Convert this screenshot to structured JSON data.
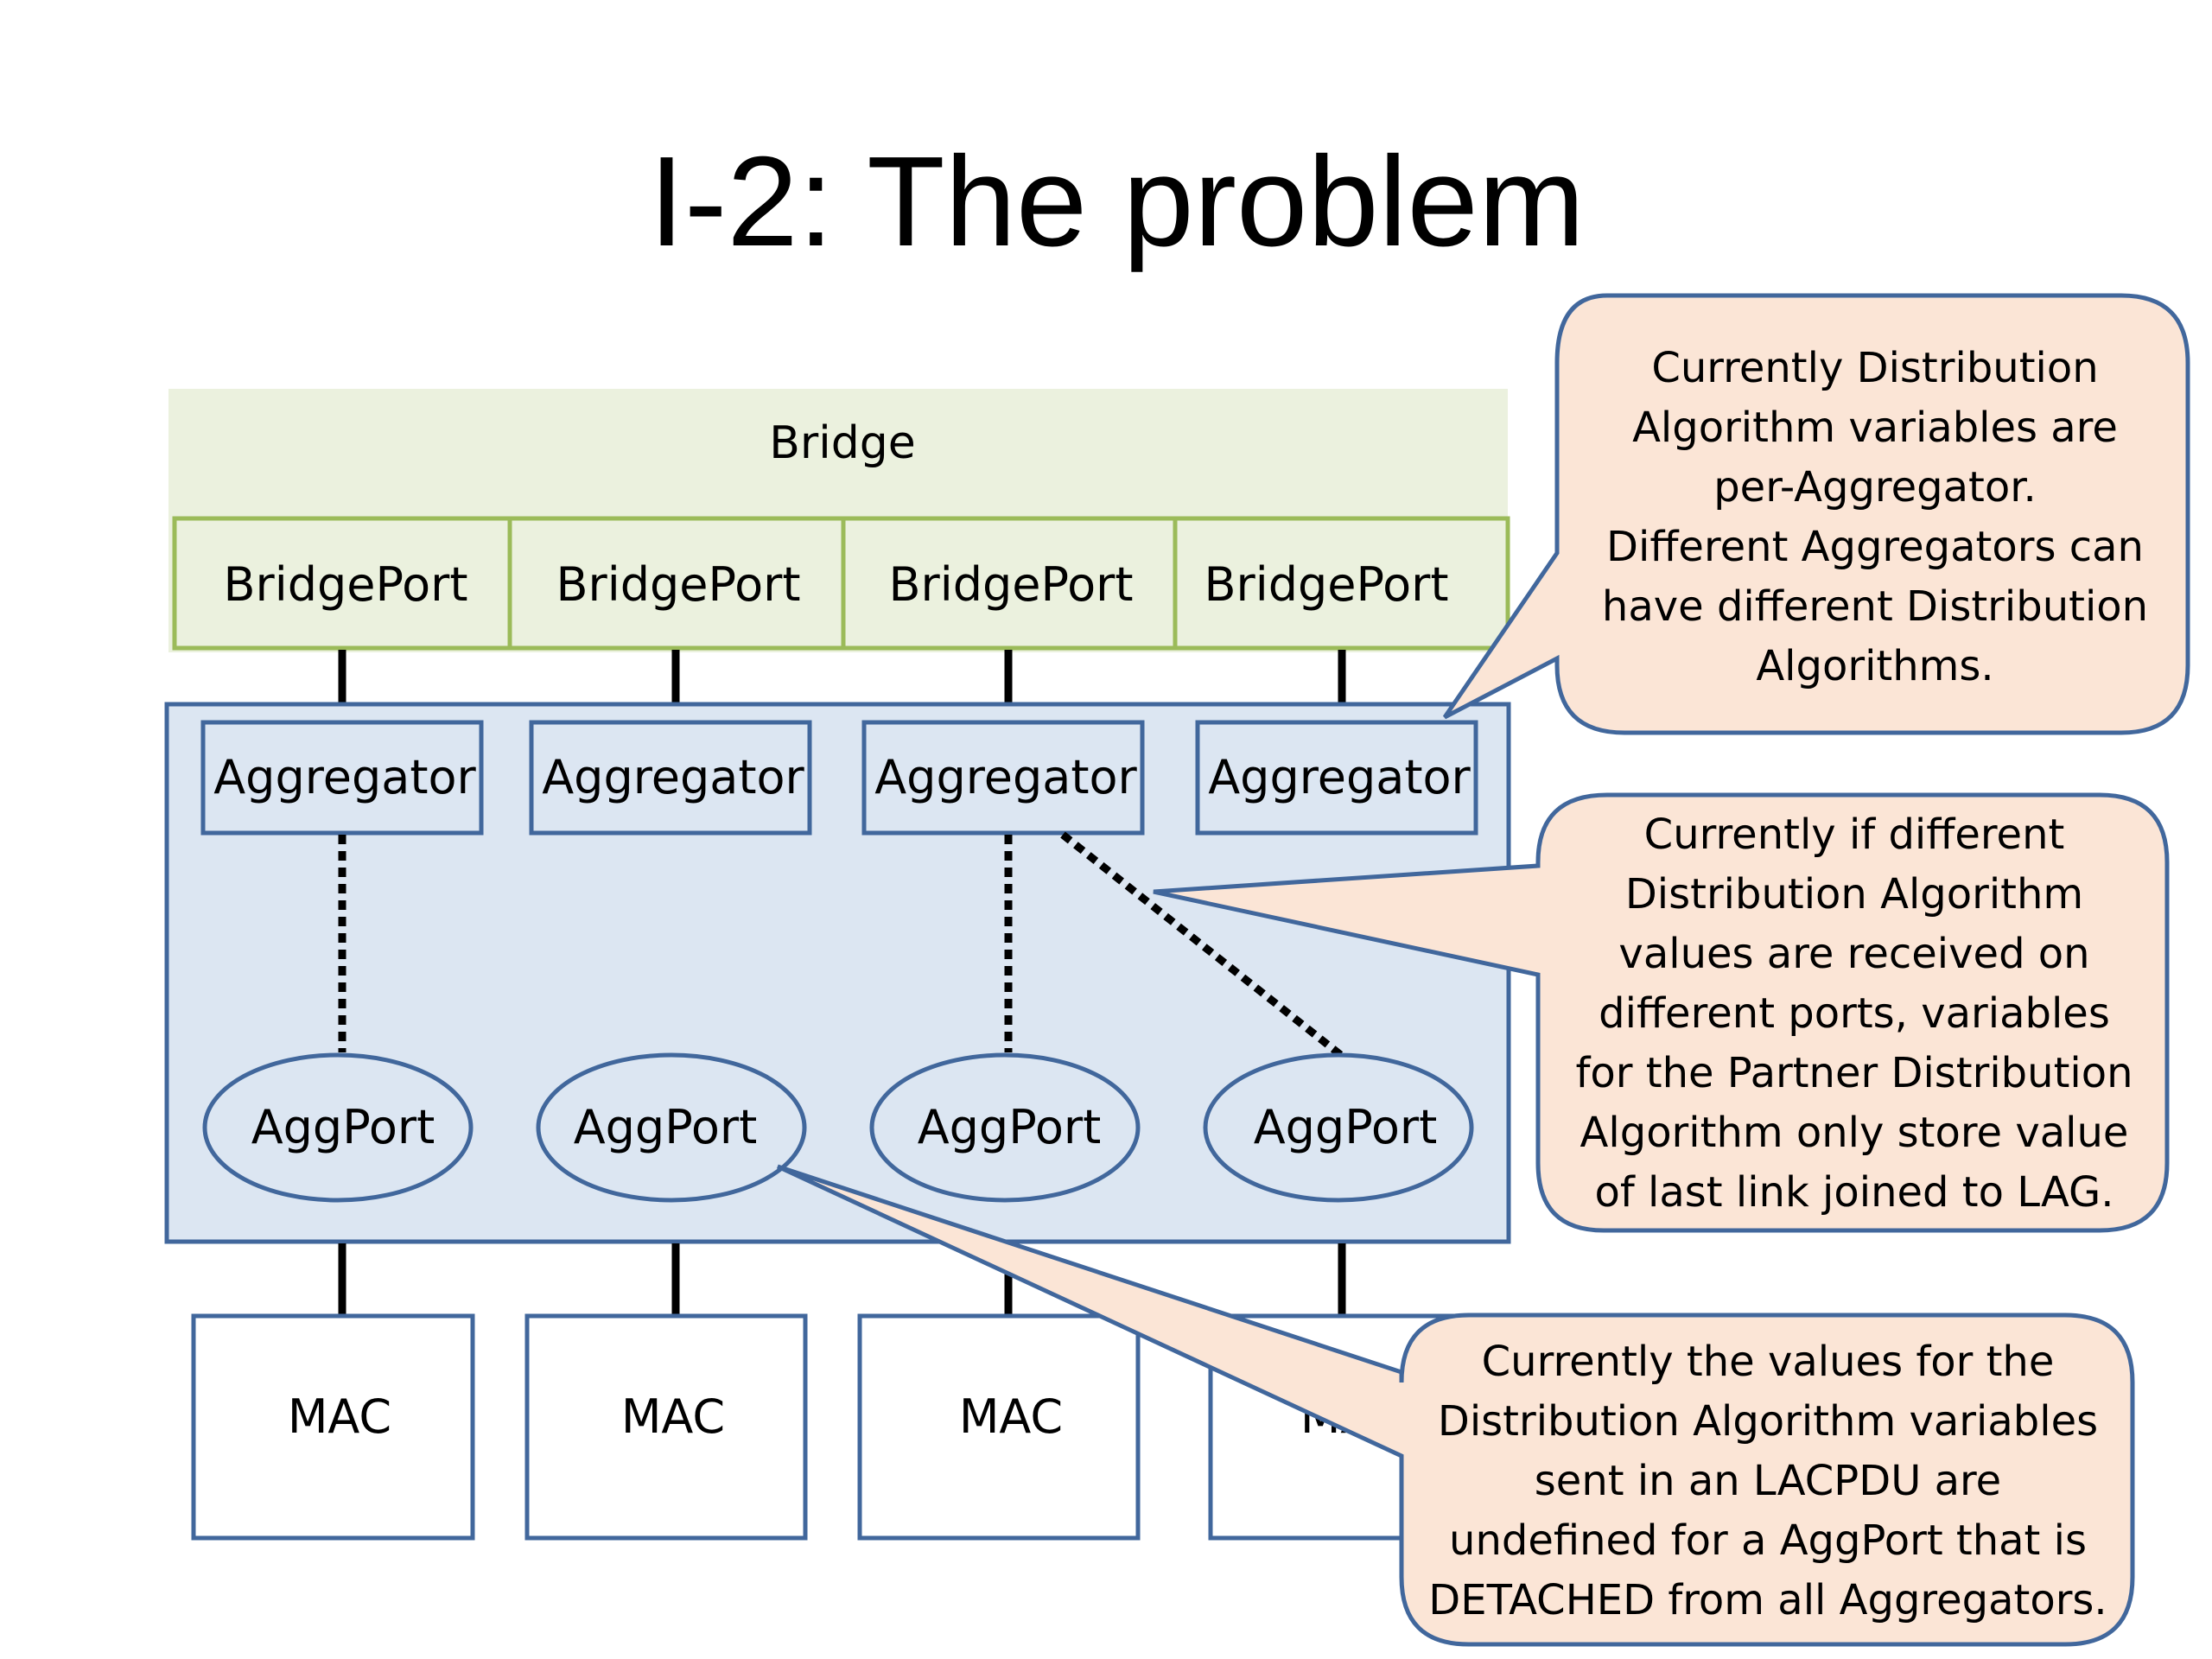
{
  "slide": {
    "title": "I-2:  The problem"
  },
  "diagram": {
    "bridge_label": "Bridge",
    "bridge_ports": [
      "BridgePort",
      "BridgePort",
      "BridgePort",
      "BridgePort"
    ],
    "aggregators": [
      "Aggregator",
      "Aggregator",
      "Aggregator",
      "Aggregator"
    ],
    "agg_ports": [
      "AggPort",
      "AggPort",
      "AggPort",
      "AggPort"
    ],
    "macs": [
      "MAC",
      "MAC",
      "MAC",
      "MAC"
    ],
    "colors": {
      "bridge_fill": "#ebf1de",
      "bridge_port_border": "#9bbb59",
      "aggregation_fill": "#dce6f2",
      "blue_border": "#41679c",
      "callout_fill": "#fbe5d6",
      "callout_border": "#41679c"
    }
  },
  "callouts": [
    {
      "lines": [
        "Currently Distribution",
        "Algorithm variables are",
        "per-Aggregator.",
        "Different Aggregators can",
        "have different Distribution",
        "Algorithms."
      ]
    },
    {
      "lines": [
        "Currently if different",
        "Distribution Algorithm",
        "values are received on",
        "different ports, variables",
        "for the Partner Distribution",
        "Algorithm only store value",
        "of last link joined to LAG."
      ]
    },
    {
      "lines": [
        "Currently the values for the",
        "Distribution Algorithm variables",
        "sent in an LACPDU are",
        "undefined for a AggPort that is",
        "DETACHED from all Aggregators."
      ]
    }
  ]
}
